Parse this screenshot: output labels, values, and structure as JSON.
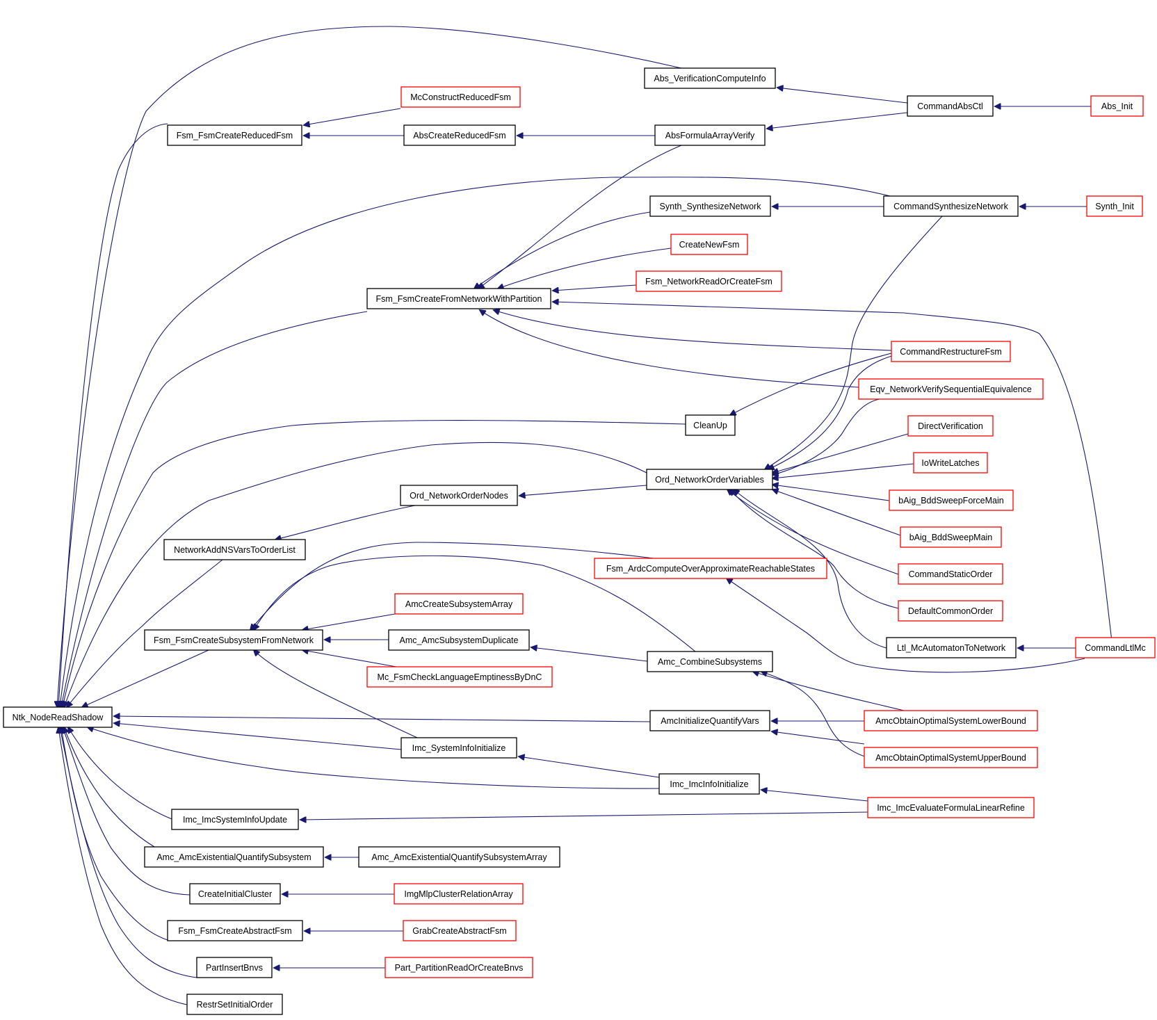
{
  "colors": {
    "edge": "#191970",
    "root_fill": "#bfbfbf",
    "node_border": "#000000",
    "external_border": "#ff0000",
    "background": "#ffffff"
  },
  "diagram": {
    "nodes": [
      {
        "id": "root",
        "label": "Ntk_NodeReadShadow",
        "kind": "root"
      },
      {
        "id": "absVer",
        "label": "Abs_VerificationComputeInfo",
        "kind": "normal"
      },
      {
        "id": "mcCRF",
        "label": "McConstructReducedFsm",
        "kind": "external"
      },
      {
        "id": "cmdAbs",
        "label": "CommandAbsCtl",
        "kind": "normal"
      },
      {
        "id": "absInit",
        "label": "Abs_Init",
        "kind": "external"
      },
      {
        "id": "fsmCRF",
        "label": "Fsm_FsmCreateReducedFsm",
        "kind": "normal"
      },
      {
        "id": "absCRF",
        "label": "AbsCreateReducedFsm",
        "kind": "normal"
      },
      {
        "id": "absFAV",
        "label": "AbsFormulaArrayVerify",
        "kind": "normal"
      },
      {
        "id": "synthSN",
        "label": "Synth_SynthesizeNetwork",
        "kind": "normal"
      },
      {
        "id": "cmdSN",
        "label": "CommandSynthesizeNetwork",
        "kind": "normal"
      },
      {
        "id": "synthInit",
        "label": "Synth_Init",
        "kind": "external"
      },
      {
        "id": "createNewFsm",
        "label": "CreateNewFsm",
        "kind": "external"
      },
      {
        "id": "fsmNRC",
        "label": "Fsm_NetworkReadOrCreateFsm",
        "kind": "external"
      },
      {
        "id": "fsmCFNWP",
        "label": "Fsm_FsmCreateFromNetworkWithPartition",
        "kind": "normal"
      },
      {
        "id": "cmdRF",
        "label": "CommandRestructureFsm",
        "kind": "external"
      },
      {
        "id": "eqv",
        "label": "Eqv_NetworkVerifySequentialEquivalence",
        "kind": "external"
      },
      {
        "id": "cleanUp",
        "label": "CleanUp",
        "kind": "normal"
      },
      {
        "id": "directVer",
        "label": "DirectVerification",
        "kind": "external"
      },
      {
        "id": "ioWrite",
        "label": "IoWriteLatches",
        "kind": "external"
      },
      {
        "id": "ordNOV",
        "label": "Ord_NetworkOrderVariables",
        "kind": "normal"
      },
      {
        "id": "ordNON",
        "label": "Ord_NetworkOrderNodes",
        "kind": "normal"
      },
      {
        "id": "baigForce",
        "label": "bAig_BddSweepForceMain",
        "kind": "external"
      },
      {
        "id": "netAdd",
        "label": "NetworkAddNSVarsToOrderList",
        "kind": "normal"
      },
      {
        "id": "baigMain",
        "label": "bAig_BddSweepMain",
        "kind": "external"
      },
      {
        "id": "fsmArdc",
        "label": "Fsm_ArdcComputeOverApproximateReachableStates",
        "kind": "external"
      },
      {
        "id": "cmdSO",
        "label": "CommandStaticOrder",
        "kind": "external"
      },
      {
        "id": "amcCSA",
        "label": "AmcCreateSubsystemArray",
        "kind": "external"
      },
      {
        "id": "defCO",
        "label": "DefaultCommonOrder",
        "kind": "external"
      },
      {
        "id": "fsmCSFN",
        "label": "Fsm_FsmCreateSubsystemFromNetwork",
        "kind": "normal"
      },
      {
        "id": "amcSD",
        "label": "Amc_AmcSubsystemDuplicate",
        "kind": "normal"
      },
      {
        "id": "ltl",
        "label": "Ltl_McAutomatonToNetwork",
        "kind": "normal"
      },
      {
        "id": "cmdLtl",
        "label": "CommandLtlMc",
        "kind": "external"
      },
      {
        "id": "amcCS",
        "label": "Amc_CombineSubsystems",
        "kind": "normal"
      },
      {
        "id": "mcFsm",
        "label": "Mc_FsmCheckLanguageEmptinessByDnC",
        "kind": "external"
      },
      {
        "id": "amcIQV",
        "label": "AmcInitializeQuantifyVars",
        "kind": "normal"
      },
      {
        "id": "amcLB",
        "label": "AmcObtainOptimalSystemLowerBound",
        "kind": "external"
      },
      {
        "id": "imcSII",
        "label": "Imc_SystemInfoInitialize",
        "kind": "normal"
      },
      {
        "id": "amcUB",
        "label": "AmcObtainOptimalSystemUpperBound",
        "kind": "external"
      },
      {
        "id": "imcII",
        "label": "Imc_ImcInfoInitialize",
        "kind": "normal"
      },
      {
        "id": "imcEFLR",
        "label": "Imc_ImcEvaluateFormulaLinearRefine",
        "kind": "external"
      },
      {
        "id": "imcSIU",
        "label": "Imc_ImcSystemInfoUpdate",
        "kind": "normal"
      },
      {
        "id": "amcEQS",
        "label": "Amc_AmcExistentialQuantifySubsystem",
        "kind": "normal"
      },
      {
        "id": "amcEQSA",
        "label": "Amc_AmcExistentialQuantifySubsystemArray",
        "kind": "normal"
      },
      {
        "id": "createIC",
        "label": "CreateInitialCluster",
        "kind": "normal"
      },
      {
        "id": "imgMlp",
        "label": "ImgMlpClusterRelationArray",
        "kind": "external"
      },
      {
        "id": "fsmCAF",
        "label": "Fsm_FsmCreateAbstractFsm",
        "kind": "normal"
      },
      {
        "id": "grabCAF",
        "label": "GrabCreateAbstractFsm",
        "kind": "external"
      },
      {
        "id": "partIB",
        "label": "PartInsertBnvs",
        "kind": "normal"
      },
      {
        "id": "partPRC",
        "label": "Part_PartitionReadOrCreateBnvs",
        "kind": "external"
      },
      {
        "id": "restr",
        "label": "RestrSetInitialOrder",
        "kind": "normal"
      }
    ]
  }
}
